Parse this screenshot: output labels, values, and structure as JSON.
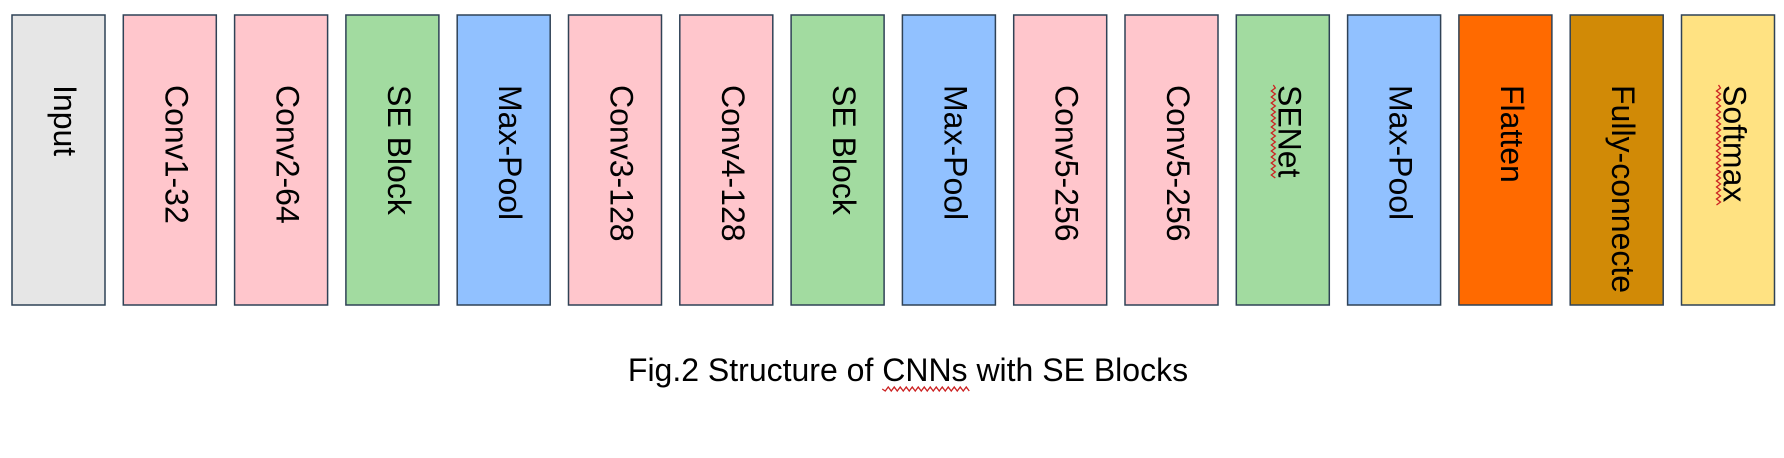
{
  "diagram": {
    "blocks": [
      {
        "label": "Input",
        "color": "#e6e6e6",
        "spell_flag": false
      },
      {
        "label": "Conv1-32",
        "color": "#ffc6cc",
        "spell_flag": false
      },
      {
        "label": "Conv2-64",
        "color": "#ffc6cc",
        "spell_flag": false
      },
      {
        "label": "SE Block",
        "color": "#a2dba0",
        "spell_flag": false
      },
      {
        "label": "Max-Pool",
        "color": "#91c1ff",
        "spell_flag": false
      },
      {
        "label": "Conv3-128",
        "color": "#ffc6cc",
        "spell_flag": false
      },
      {
        "label": "Conv4-128",
        "color": "#ffc6cc",
        "spell_flag": false
      },
      {
        "label": "SE Block",
        "color": "#a2dba0",
        "spell_flag": false
      },
      {
        "label": "Max-Pool",
        "color": "#91c1ff",
        "spell_flag": false
      },
      {
        "label": "Conv5-256",
        "color": "#ffc6cc",
        "spell_flag": false
      },
      {
        "label": "Conv5-256",
        "color": "#ffc6cc",
        "spell_flag": false
      },
      {
        "label": "SENet",
        "color": "#a2dba0",
        "spell_flag": true
      },
      {
        "label": "Max-Pool",
        "color": "#91c1ff",
        "spell_flag": false
      },
      {
        "label": "Flatten",
        "color": "#ff6a00",
        "spell_flag": false
      },
      {
        "label": "Fully-connecte",
        "color": "#d18a06",
        "spell_flag": false
      },
      {
        "label": "Softmax",
        "color": "#ffe282",
        "spell_flag": true
      }
    ],
    "border_color": "#2f4256",
    "caption": {
      "prefix": "Fig.2 Structure of ",
      "flagged_word": "CNNs",
      "suffix": " with SE Blocks"
    }
  }
}
